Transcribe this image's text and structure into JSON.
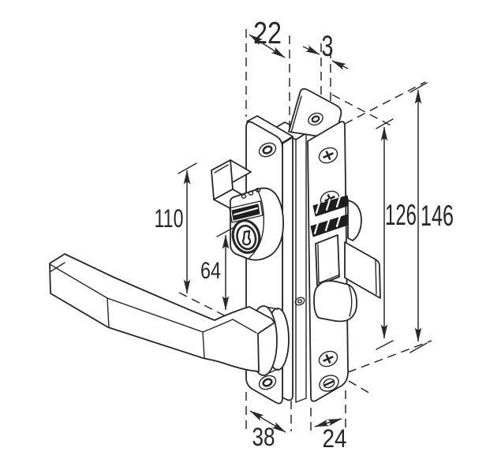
{
  "diagram": {
    "kind": "isometric technical line drawing",
    "subject": "lever-handle door lock with cylinder, escutcheon plate and faceplate",
    "line_color": "#262626",
    "background_color": "#ffffff",
    "dims": {
      "d22": "22",
      "d3": "3",
      "d110": "110",
      "d64": "64",
      "d126": "126",
      "d146": "146",
      "d38": "38",
      "d24": "24"
    }
  }
}
